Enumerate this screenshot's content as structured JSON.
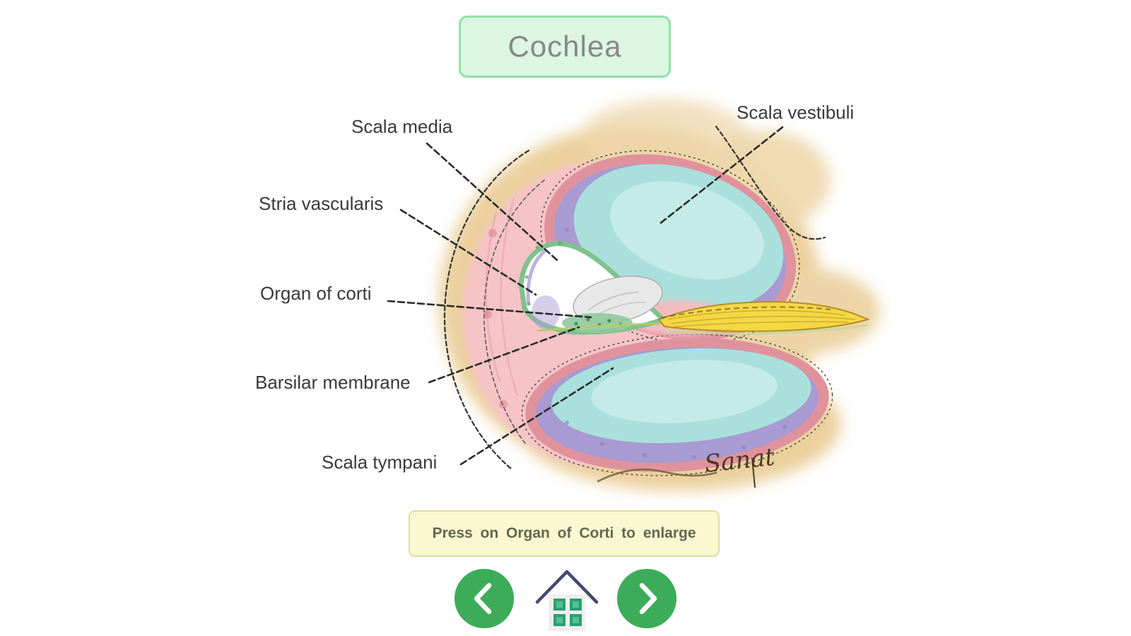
{
  "header": {
    "title": "Cochlea"
  },
  "diagram": {
    "labels": [
      {
        "id": "scala-media",
        "text": "Scala media"
      },
      {
        "id": "scala-vestibuli",
        "text": "Scala vestibuli"
      },
      {
        "id": "stria-vascularis",
        "text": "Stria vascularis"
      },
      {
        "id": "organ-of-corti",
        "text": "Organ of corti"
      },
      {
        "id": "barsilar-membrane",
        "text": "Barsilar membrane"
      },
      {
        "id": "scala-tympani",
        "text": "Scala tympani"
      }
    ],
    "signature": "Sanat",
    "colors": {
      "bone_tan": "#ebd09e",
      "spiral_pink": "#f6c4c7",
      "chamber_teal": "#a9e0dc",
      "chamber_purple": "#a89ad2",
      "chamber_rim_red": "#e0929c",
      "stria_green": "#80c18f",
      "nerve_yellow": "#f5d744"
    }
  },
  "note": {
    "text": "Press on Organ of Corti to enlarge"
  },
  "nav": {
    "prev_icon": "chevron-left",
    "home_icon": "home",
    "next_icon": "chevron-right",
    "button_green": "#3dac59",
    "title_box_green": "#dcf6e2",
    "note_yellow": "#faf8d1"
  }
}
